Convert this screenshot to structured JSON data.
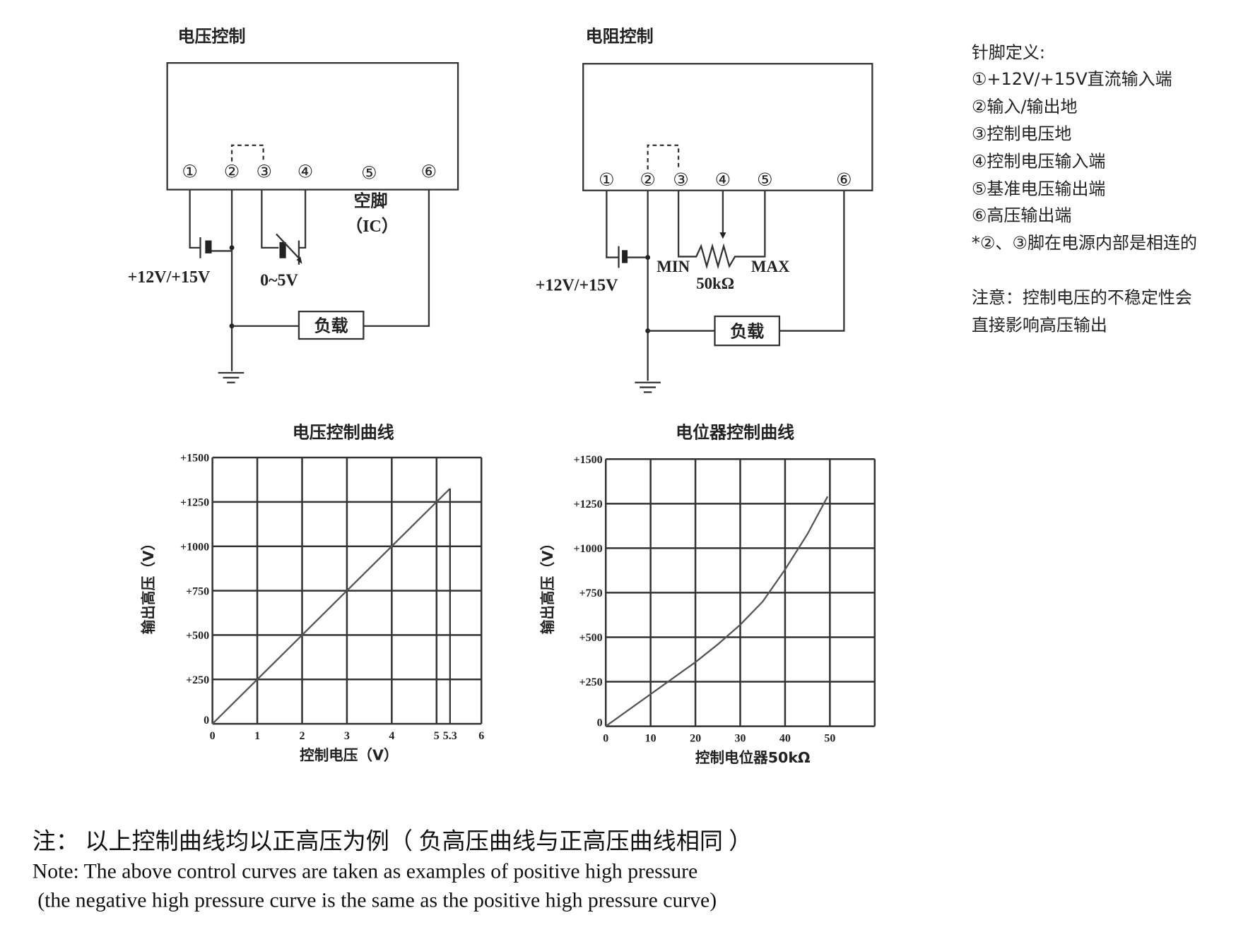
{
  "voltage_control": {
    "title": "电压控制",
    "pins": [
      "①",
      "②",
      "③",
      "④",
      "⑤",
      "⑥"
    ],
    "supply_label": "+12V/+15V",
    "control_label": "0~5V",
    "nc_label": "空脚",
    "nc_sub": "（IC）",
    "load_label": "负载"
  },
  "resistor_control": {
    "title": "电阻控制",
    "pins": [
      "①",
      "②",
      "③",
      "④",
      "⑤",
      "⑥"
    ],
    "supply_label": "+12V/+15V",
    "min_label": "MIN",
    "max_label": "MAX",
    "pot_label": "50kΩ",
    "load_label": "负载"
  },
  "pin_definition": {
    "heading": "针脚定义:",
    "items": [
      "①+12V/+15V直流输入端",
      "②输入/输出地",
      "③控制电压地",
      "④控制电压输入端",
      "⑤基准电压输出端",
      "⑥高压输出端",
      "*②、③脚在电源内部是相连的"
    ],
    "caution": [
      "注意：控制电压的不稳定性会",
      "直接影响高压输出"
    ]
  },
  "chart_data": [
    {
      "type": "line",
      "title": "电压控制曲线",
      "xlabel": "控制电压（V）",
      "ylabel": "输出高压（V）",
      "xlim": [
        0,
        6
      ],
      "ylim": [
        0,
        1500
      ],
      "xticks": [
        0,
        1,
        2,
        3,
        4,
        5,
        5.3,
        6
      ],
      "xtick_labels": [
        "0",
        "1",
        "2",
        "3",
        "4",
        "5",
        "5.3",
        "6"
      ],
      "yticks": [
        0,
        250,
        500,
        750,
        1000,
        1250,
        1500
      ],
      "ytick_labels": [
        "0",
        "+250",
        "+500",
        "+750",
        "+1000",
        "+1250",
        "+1500"
      ],
      "grid": true,
      "series": [
        {
          "name": "output",
          "x": [
            0,
            5.3
          ],
          "y": [
            0,
            1325
          ]
        }
      ],
      "drop_line_x": 5.3
    },
    {
      "type": "line",
      "title": "电位器控制曲线",
      "xlabel": "控制电位器50kΩ",
      "ylabel": "输出高压（V）",
      "xlim": [
        0,
        60
      ],
      "ylim": [
        0,
        1500
      ],
      "xticks": [
        0,
        10,
        20,
        30,
        40,
        50,
        60
      ],
      "xtick_labels": [
        "0",
        "10",
        "20",
        "30",
        "40",
        "50",
        ""
      ],
      "yticks": [
        0,
        250,
        500,
        750,
        1000,
        1250,
        1500
      ],
      "ytick_labels": [
        "0",
        "+250",
        "+500",
        "+750",
        "+1000",
        "+1250",
        "+1500"
      ],
      "grid": true,
      "series": [
        {
          "name": "output",
          "x": [
            0,
            5,
            10,
            15,
            20,
            25,
            30,
            35,
            40,
            45,
            49.5
          ],
          "y": [
            0,
            90,
            180,
            270,
            360,
            460,
            570,
            700,
            880,
            1080,
            1290
          ]
        }
      ]
    }
  ],
  "footer": {
    "cn": "注：  以上控制曲线均以正高压为例（  负高压曲线与正高压曲线相同 ）",
    "en1": "Note: The above control curves are taken as examples of positive high pressure",
    "en2": " (the negative high pressure curve is the same as the positive high pressure curve)"
  }
}
